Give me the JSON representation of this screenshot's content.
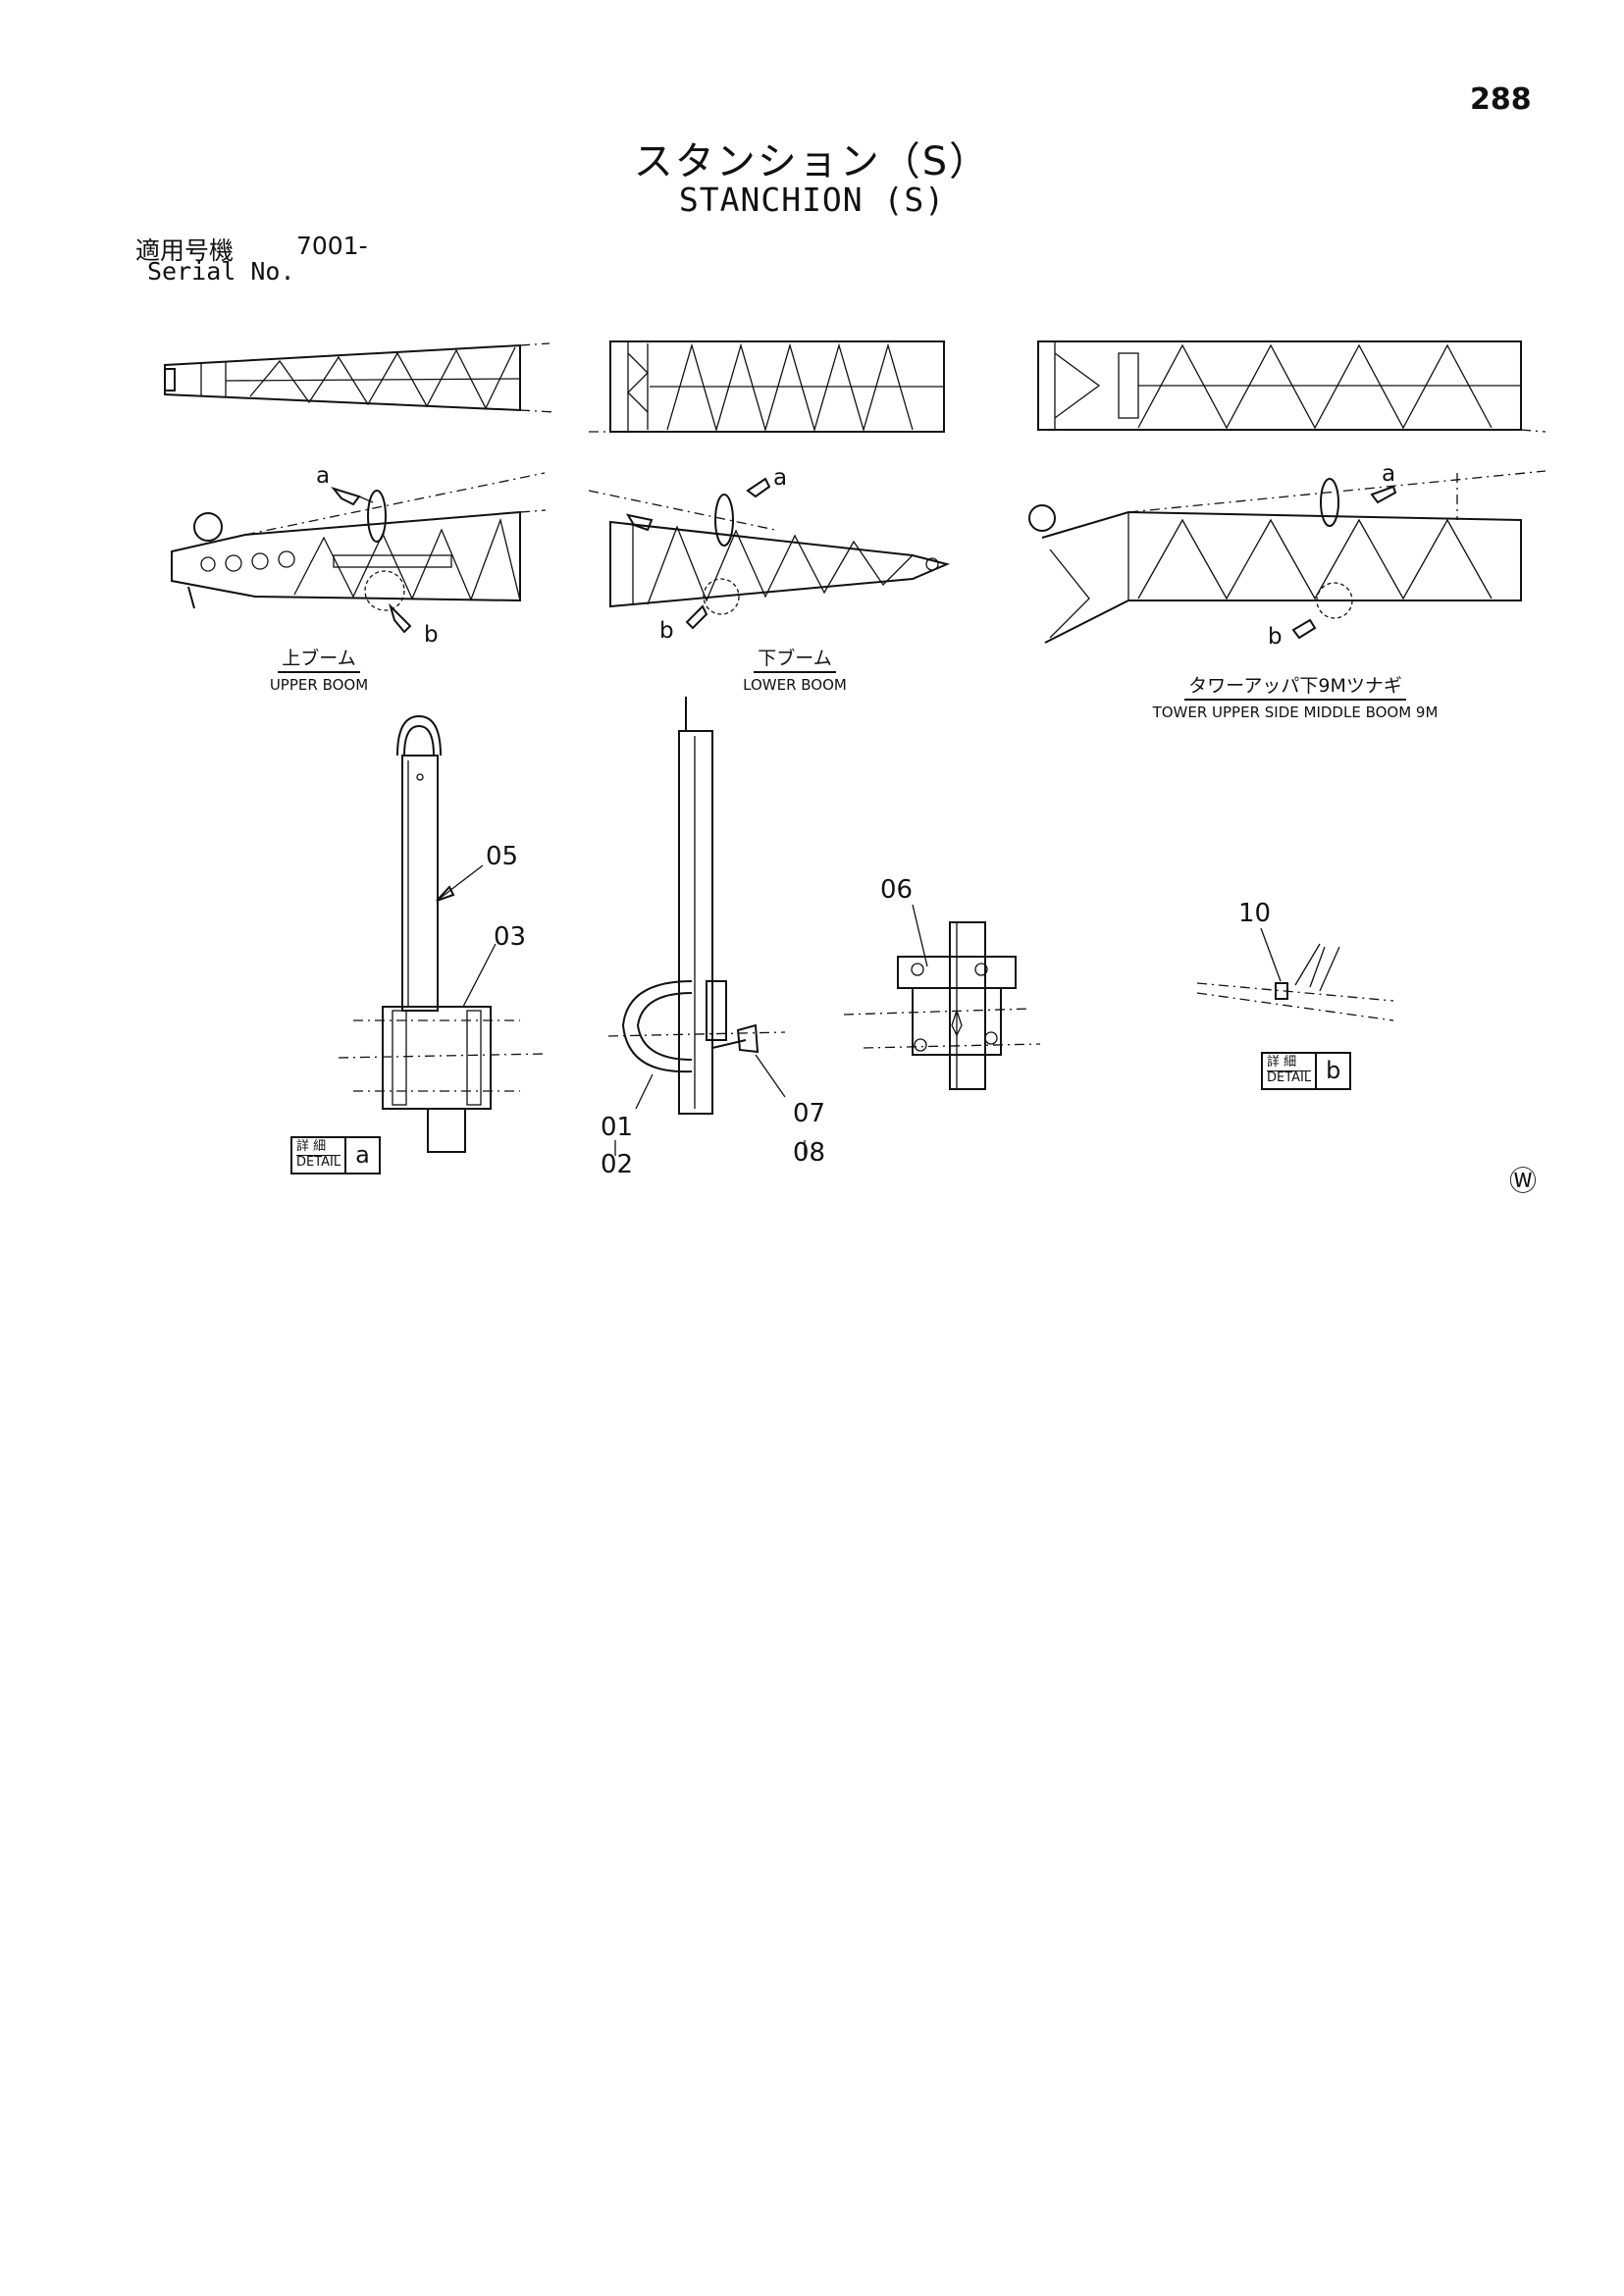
{
  "page_number": "288",
  "title": {
    "jp": "スタンション（S）",
    "en": "STANCHION (S)"
  },
  "serial": {
    "label_jp": "適用号機",
    "label_en": "Serial No.",
    "value": "7001-"
  },
  "views": [
    {
      "jp": "上ブーム",
      "en": "UPPER BOOM"
    },
    {
      "jp": "下ブーム",
      "en": "LOWER BOOM"
    },
    {
      "jp": "タワーアッパ下9Mツナギ",
      "en": "TOWER UPPER SIDE MIDDLE BOOM 9M"
    }
  ],
  "leaders": {
    "a": "a",
    "b": "b"
  },
  "callouts": [
    "05",
    "03",
    "01",
    "02",
    "07",
    "08",
    "06",
    "10"
  ],
  "detail_boxes": [
    {
      "label_jp": "詳 細",
      "label_en": "DETAIL",
      "letter": "a"
    },
    {
      "label_jp": "詳 細",
      "label_en": "DETAIL",
      "letter": "b"
    }
  ],
  "mark": "Ⓦ"
}
